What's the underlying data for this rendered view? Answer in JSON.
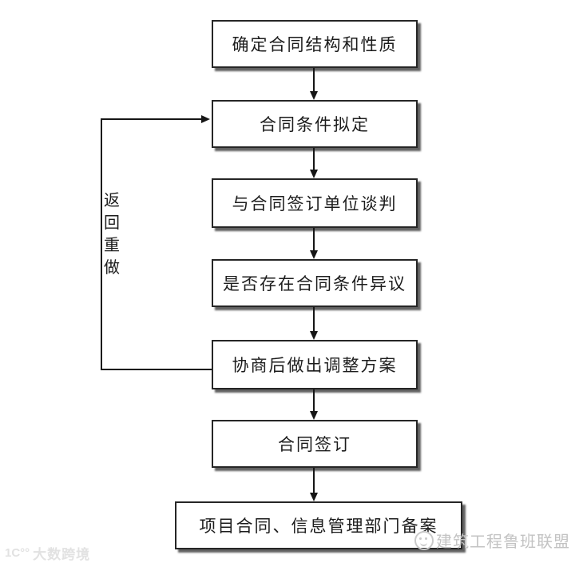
{
  "flowchart": {
    "steps": [
      {
        "label": "确定合同结构和性质"
      },
      {
        "label": "合同条件拟定"
      },
      {
        "label": "与合同签订单位谈判"
      },
      {
        "label": "是否存在合同条件异议"
      },
      {
        "label": "协商后做出调整方案"
      },
      {
        "label": "合同签订"
      },
      {
        "label": "项目合同、信息管理部门备案"
      }
    ],
    "loop_label": "返回重做",
    "colors": {
      "box_border": "#262626",
      "box_shadow": "#3e3e3e",
      "arrow": "#161616",
      "background": "#ffffff"
    }
  },
  "watermarks": {
    "bottom_right": {
      "icon": "smiley-face-logo",
      "text": "建筑工程鲁班联盟",
      "color": "#c3c3c3"
    },
    "bottom_left": {
      "icon": "brand-logo",
      "logo_text": "1C°°",
      "text": "大数跨境",
      "color": "#e2e2e2"
    }
  }
}
